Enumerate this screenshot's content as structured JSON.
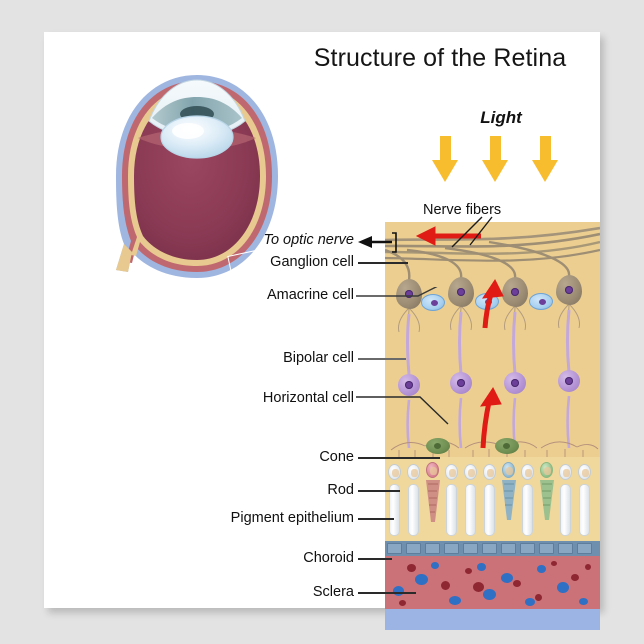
{
  "poster": {
    "title": "Structure of the Retina",
    "background_color": "#ffffff",
    "page_background_color": "#e3e3e3"
  },
  "light": {
    "label": "Light",
    "arrow_color": "#f8bd2e",
    "arrow_count": 3,
    "direction": "down"
  },
  "eye_diagram": {
    "name": "eye-cross-section",
    "highlight_box_label": "",
    "colors": {
      "sclera": "#9fb6e0",
      "choroid": "#c0686f",
      "retina": "#e8c98f",
      "vitreous": "#8e3b55",
      "lens": "#cfe4f2",
      "cornea": "#eaf2f7",
      "iris": "#7ba3ad"
    }
  },
  "labels": [
    {
      "id": "nerve-fibers",
      "text": "Nerve fibers",
      "italic": false
    },
    {
      "id": "to-optic-nerve",
      "text": "To optic nerve",
      "italic": true
    },
    {
      "id": "ganglion-cell",
      "text": "Ganglion cell",
      "italic": false
    },
    {
      "id": "amacrine-cell",
      "text": "Amacrine cell",
      "italic": false
    },
    {
      "id": "bipolar-cell",
      "text": "Bipolar cell",
      "italic": false
    },
    {
      "id": "horizontal-cell",
      "text": "Horizontal cell",
      "italic": false
    },
    {
      "id": "cone",
      "text": "Cone",
      "italic": false
    },
    {
      "id": "rod",
      "text": "Rod",
      "italic": false
    },
    {
      "id": "pigment-epithelium",
      "text": "Pigment epithelium",
      "italic": false
    },
    {
      "id": "choroid",
      "text": "Choroid",
      "italic": false
    },
    {
      "id": "sclera",
      "text": "Sclera",
      "italic": false
    }
  ],
  "retina_layers": [
    {
      "name": "nerve-fiber-and-cell-layer",
      "color": "#eccf90"
    },
    {
      "name": "photoreceptor-outer-segments",
      "color": "#f0d79b"
    },
    {
      "name": "pigment-epithelium",
      "color": "#6f8fae"
    },
    {
      "name": "choroid",
      "color": "#cb7178"
    },
    {
      "name": "sclera",
      "color": "#9bb4e3"
    }
  ],
  "cells": {
    "ganglion_color": "#9d8d75",
    "amacrine_color": "#a8d0ef",
    "bipolar_color": "#b695d6",
    "horizontal_color": "#6f8f52",
    "nucleus_color": "#6c3f9a",
    "rod_color": "#eef2f5",
    "cone_colors": [
      "#d9808f",
      "#8fb8cf",
      "#8fbe84"
    ]
  },
  "signal_arrows": {
    "color": "#e01b15",
    "count": 3,
    "meaning": "direction of neural signal"
  }
}
